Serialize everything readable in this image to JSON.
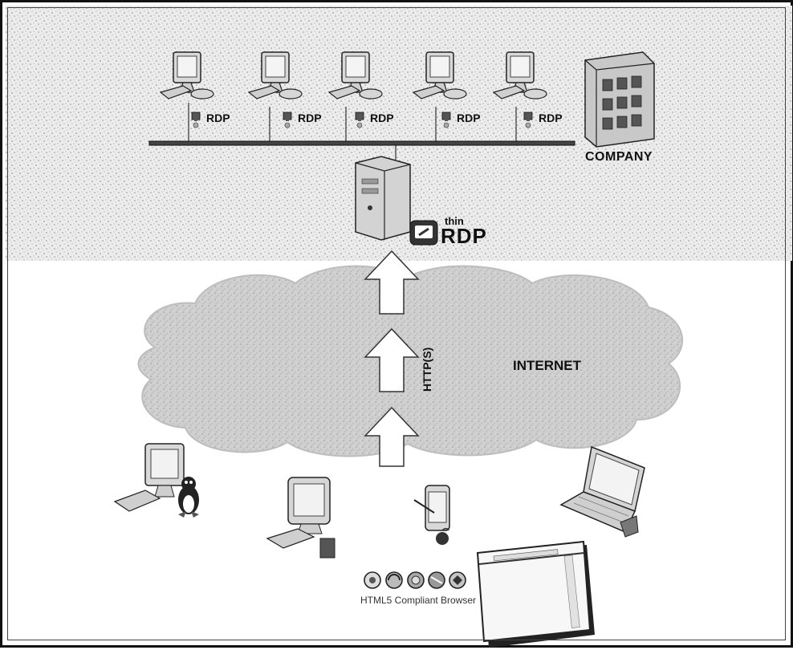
{
  "company": {
    "label": "COMPANY"
  },
  "lan": {
    "rdp_tags": [
      {
        "label": "RDP"
      },
      {
        "label": "RDP"
      },
      {
        "label": "RDP"
      },
      {
        "label": "RDP"
      },
      {
        "label": "RDP"
      }
    ]
  },
  "server": {
    "brand_small": "thin",
    "brand_large": "RDP"
  },
  "network": {
    "internet_label": "INTERNET",
    "protocol_label": "HTTP(S)"
  },
  "clients": {
    "browser_caption": "HTML5 Compliant Browser"
  },
  "colors": {
    "cloud_fill": "#cfcfcf",
    "device_fill": "#d8d8d8",
    "outline": "#222222",
    "arrow_fill": "#ffffff",
    "brand_red": "#333333"
  }
}
